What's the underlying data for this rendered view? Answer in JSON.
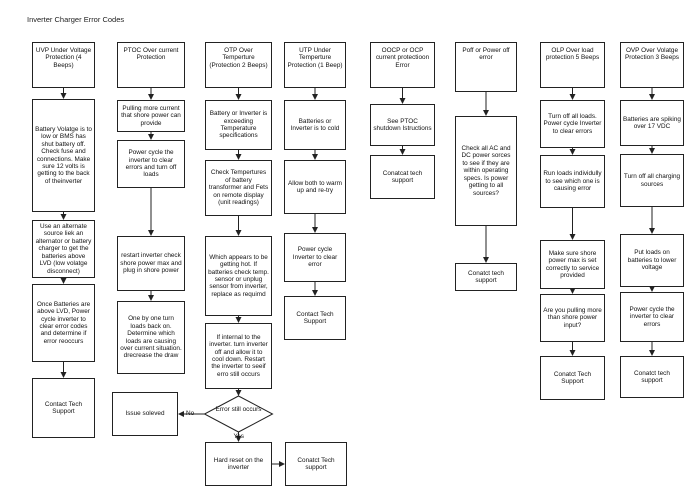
{
  "title": "Inverter Charger Error Codes",
  "columns": [
    {
      "id": "uvp",
      "header": "UVP Under Voltage Protection (4 Beeps)",
      "steps": [
        "Battery Volatge is to low or BMS has shut battery off. Check fuse and connections. Make sure 12 volts is getting to the back of theinverter",
        "Use an alternate source liek an alternator or battery charger to get the batteries above LVD (low volatge disconnect)",
        "Once Batteries are above LVD, Power cycle inverter to clear error codes and determine if error reoccurs",
        "Contact Tech Support"
      ]
    },
    {
      "id": "ptoc",
      "header": "PTOC Over current Protection",
      "steps": [
        "Pulling more current that shore power can provide",
        "Power cycle the inverter to clear errors and turn off loads",
        "restart inverter check shore power max and plug in shore power",
        "One by one turn loads back on. Determine which loads are causing over current situation. drecrease the draw"
      ]
    },
    {
      "id": "otp",
      "header": "OTP Over Temperture (Protection 2 Beeps)",
      "steps": [
        "Battery or Inverter is exceeding Temperature specifications",
        "Check Tempertures of battery transformer and Fets on remote display (unit readings)",
        "Which appears to be getting hot. If batteries check temp. sensor or unplug sensor from inverter, replace as requimd",
        "If internal to the inverter. turn inverter off and allow it to cool down. Restart the inverter to seeif erro still occurs"
      ],
      "decision": "Error still occurs",
      "decision_no": "No",
      "decision_yes": "Yes",
      "no_result": "Issue soleved",
      "yes_steps": [
        "Hard reset on the inverter",
        "Conatct Tech support"
      ]
    },
    {
      "id": "utp",
      "header": "UTP Under Temperture Protection (1 Beep)",
      "steps": [
        "Batteries or Inverter is to cold",
        "Allow both to warm up and re-try",
        "Power cycle Inverter to clear error",
        "Contact Tech Support"
      ]
    },
    {
      "id": "oocp",
      "header": "OOCP or OCP current protectioon Error",
      "steps": [
        "See PTOC shutdown Istructions",
        "Conatcat tech support"
      ]
    },
    {
      "id": "poff",
      "header": "Poff or Power off error",
      "steps": [
        "Check all AC and DC power sorces to see if they are within operating specs. Is power getting to all sources?",
        "Conatct tech support"
      ]
    },
    {
      "id": "olp",
      "header": "OLP Over load protection 5 Beeps",
      "steps": [
        "Turn off all loads. Power cycle Inverter to clear errors",
        "Run loads individully to see which one is causing error",
        "Make sure shore power max is set correctly to service provided",
        "Are you pulling more than shore power input?",
        "Conatct Tech Support"
      ]
    },
    {
      "id": "ovp",
      "header": "OVP Over Volatge Protection 3 Beeps",
      "steps": [
        "Batteries are spiking over 17 VDC",
        "Turn off all charging sources",
        "Put loads on batteries to lower voltage",
        "Power cycle the inverter to clear errors",
        "Conatct tech support"
      ]
    }
  ]
}
